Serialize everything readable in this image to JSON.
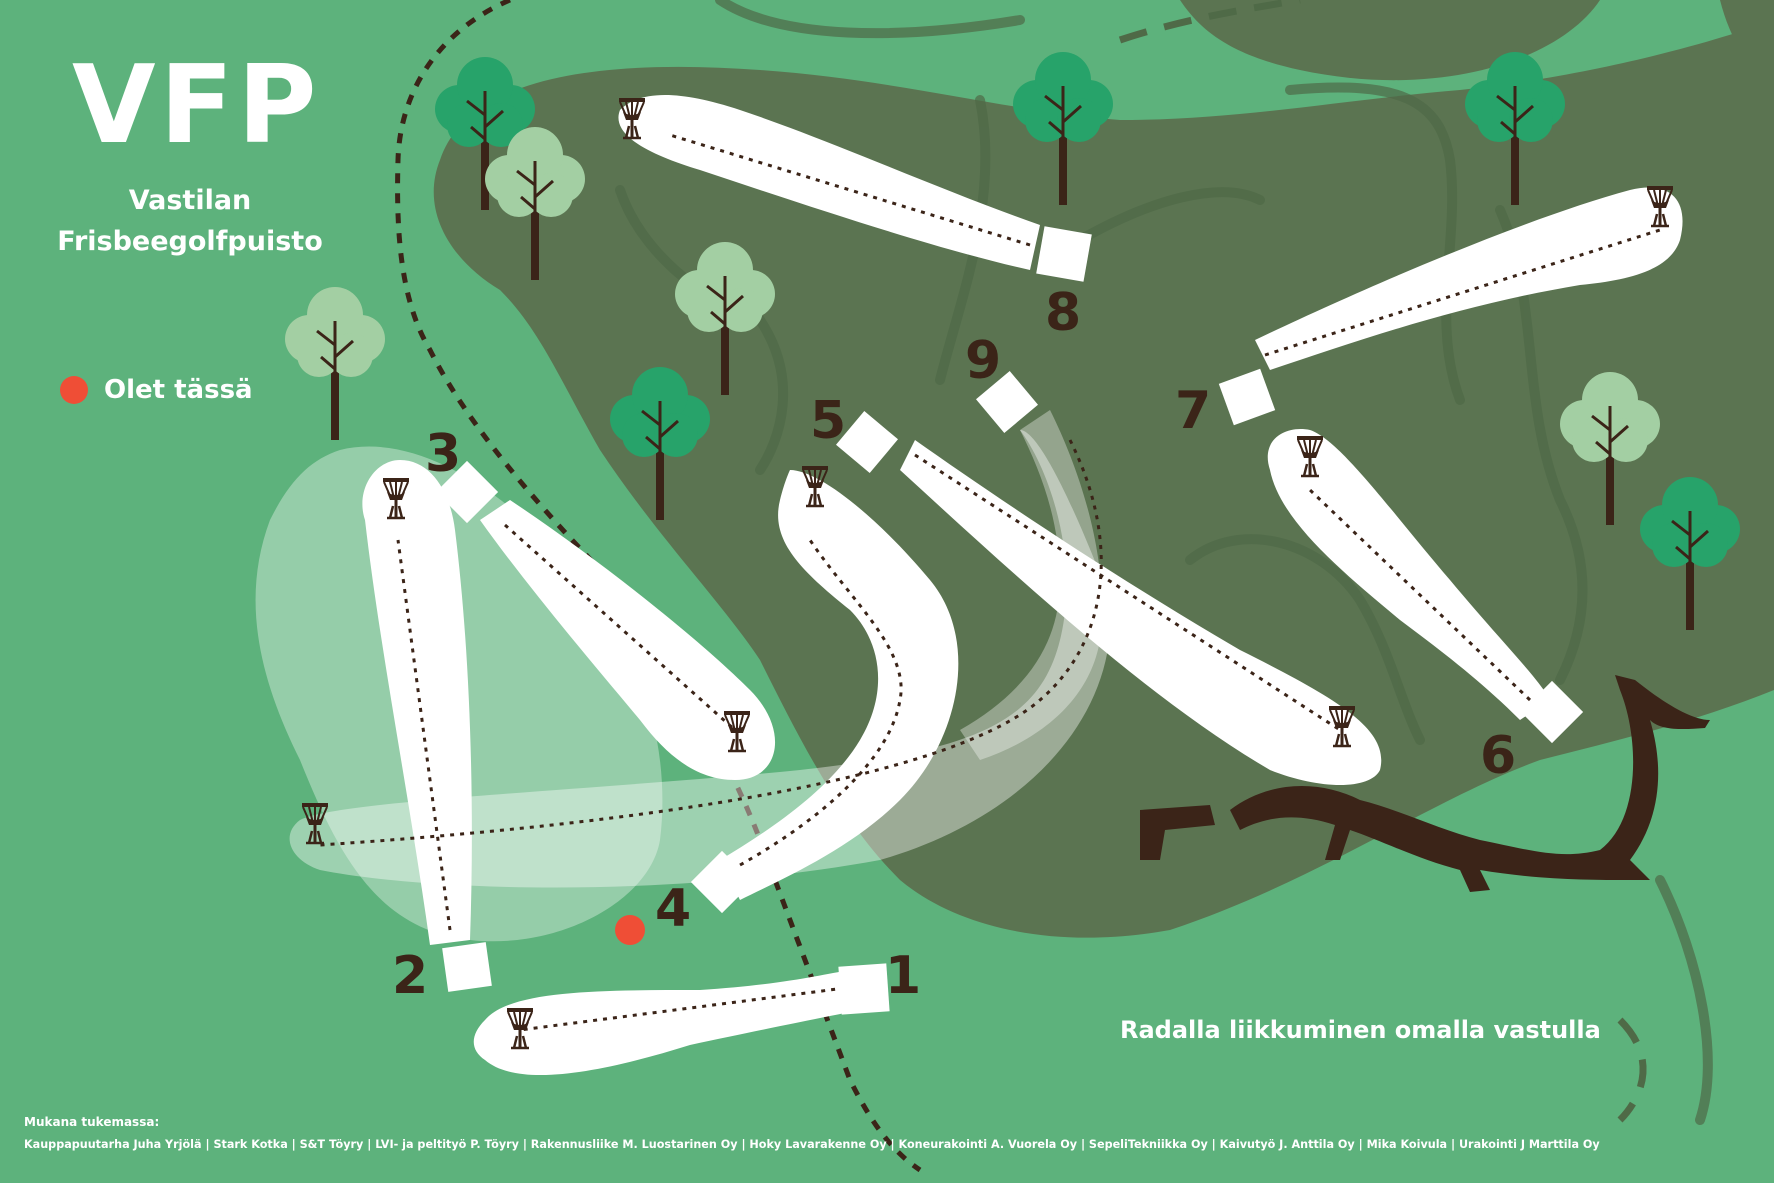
{
  "park": {
    "acronym": "VFP",
    "name_line1": "Vastilan",
    "name_line2": "Frisbeegolfpuisto"
  },
  "legend": {
    "you_are_here_label": "Olet tässä",
    "you_are_here_icon": "location-dot-icon",
    "you_are_here_color": "#ef4e36"
  },
  "notice": "Radalla liikkuminen omalla vastulla",
  "sponsors": {
    "heading": "Mukana tukemassa:",
    "list": "Kauppapuutarha Juha Yrjölä | Stark Kotka | S&T Töyry | LVI- ja peltityö P. Töyry | Rakennusliike M. Luostarinen Oy | Hoky Lavarakenne Oy | Koneurakointi A. Vuorela Oy | SepeliTekniikka Oy | Kaivutyö J. Anttila Oy | Mika Koivula | Urakointi J Marttila Oy"
  },
  "holes": [
    {
      "number": "1"
    },
    {
      "number": "2"
    },
    {
      "number": "3"
    },
    {
      "number": "4"
    },
    {
      "number": "5"
    },
    {
      "number": "6"
    },
    {
      "number": "7"
    },
    {
      "number": "8"
    },
    {
      "number": "9"
    }
  ],
  "colors": {
    "grass": "#5db27c",
    "forest": "#5b7451",
    "fairway": "#ffffff",
    "label": "#3b2418",
    "tree_dark": "#27a36a",
    "tree_light": "#a3cfa3"
  },
  "icons": {
    "basket": "disc-golf-basket-icon",
    "tee": "tee-pad-icon",
    "tree": "tree-icon"
  }
}
